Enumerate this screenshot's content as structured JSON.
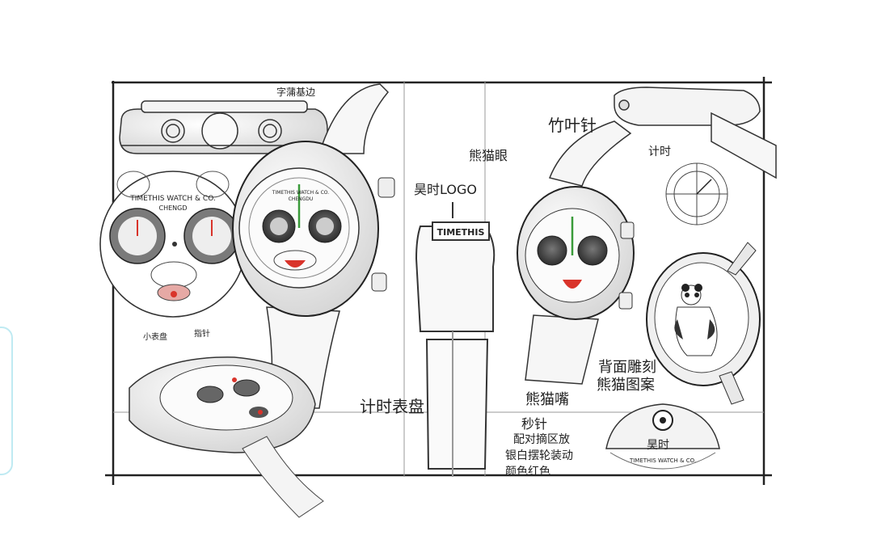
{
  "labels": {
    "case_side_note": "字蒲基边",
    "dial_brand": "TIMETHIS WATCH & CO.",
    "dial_city": "CHENGD",
    "dial_center_brand": "TIMETHIS WATCH & CO.",
    "dial_center_city": "CHENGDU",
    "bamboo_hand": "竹叶针",
    "panda_eye": "熊猫眼",
    "logo_note": "昊时LOGO",
    "buckle_logo": "TIMETHIS",
    "chrono_dial": "计时表盘",
    "chrono_hand": "计时",
    "panda_mouth": "熊猫嘴",
    "second_hand": "秒针",
    "caseback_engrave_1": "背面雕刻",
    "caseback_engrave_2": "熊猫图案",
    "rotor_1": "配对摘区放",
    "rotor_2": "银白摆轮装动",
    "rotor_3": "颜色红色",
    "rotor_brand": "TIMETHIS WATCH & CO.",
    "rotor_mark": "昊时",
    "side_caption_left": "小表盘",
    "side_caption_right": "指针"
  },
  "colors": {
    "ink": "#2b2b2b",
    "light_ink": "#8a8a8a",
    "accent_red": "#d9342b",
    "accent_green": "#3a9b3a",
    "tab_border": "#bfeaf2"
  },
  "icons": [
    "watch-sketch",
    "panda-dial",
    "buckle",
    "caseback-panda",
    "rotor"
  ]
}
